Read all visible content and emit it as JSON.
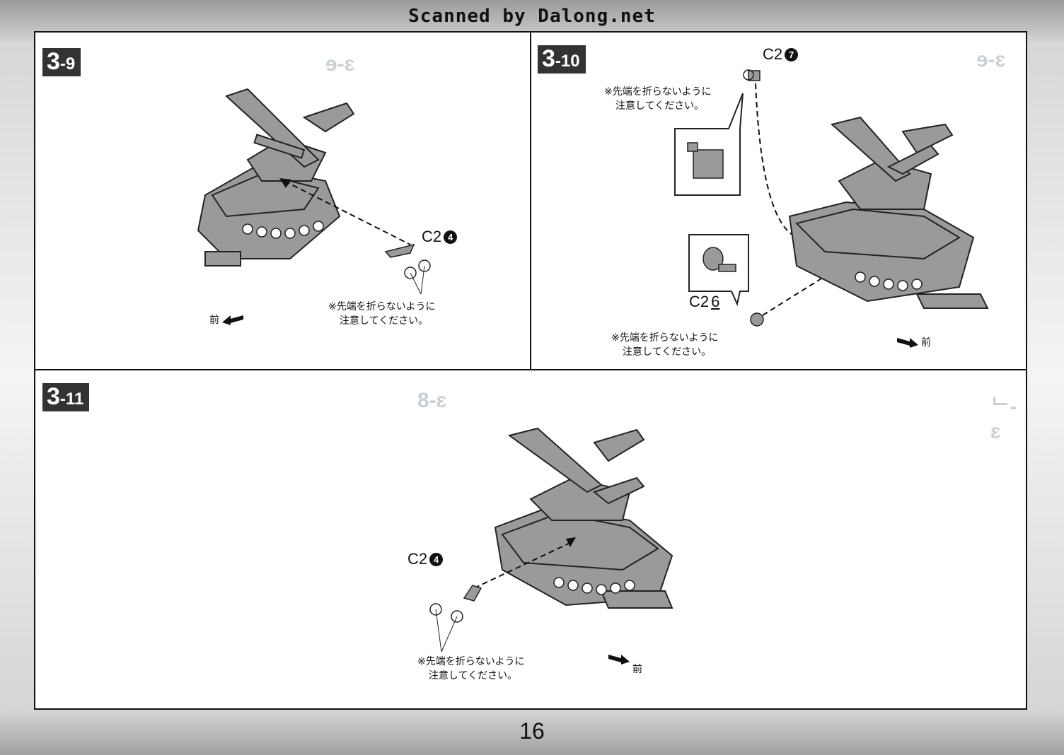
{
  "scan_banner": "Scanned by Dalong.net",
  "page_number": "16",
  "steps": [
    {
      "major": "3",
      "minor": "-9",
      "part": {
        "code": "C2",
        "num": "4"
      },
      "caution": {
        "line1": "※先端を折らないように",
        "line2": "注意してください。"
      },
      "front": "前"
    },
    {
      "major": "3",
      "minor": "-10",
      "parts": [
        {
          "code": "C2",
          "num": "7"
        },
        {
          "code": "C2",
          "num": "6"
        }
      ],
      "cautions": [
        {
          "line1": "※先端を折らないように",
          "line2": "注意してください。"
        },
        {
          "line1": "※先端を折らないように",
          "line2": "注意してください。"
        }
      ],
      "front": "前"
    },
    {
      "major": "3",
      "minor": "-11",
      "part": {
        "code": "C2",
        "num": "4"
      },
      "caution": {
        "line1": "※先端を折らないように",
        "line2": "注意してください。"
      },
      "front": "前"
    }
  ],
  "colors": {
    "badge": "#333333",
    "frame": "#111111",
    "part_fill": "#9a9a9a",
    "ghost": "#c9d0d6"
  }
}
